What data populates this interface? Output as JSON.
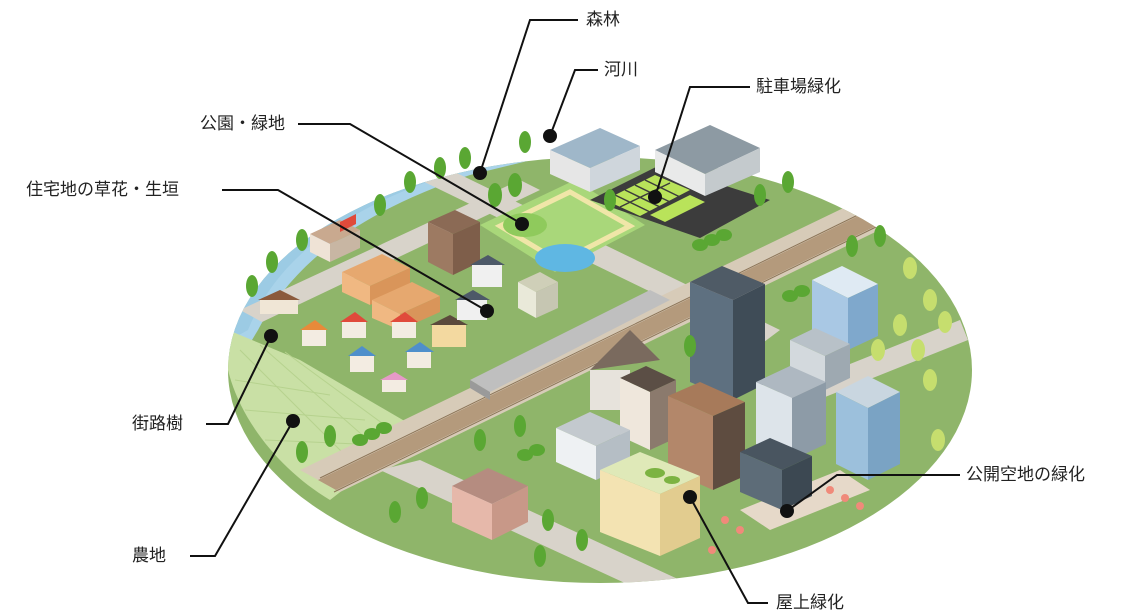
{
  "labels": {
    "forest": "森林",
    "river": "河川",
    "parking_greening": "駐車場緑化",
    "park": "公園・緑地",
    "residential": "住宅地の草花・生垣",
    "street_trees": "街路樹",
    "farmland": "農地",
    "public_open_space": "公開空地の緑化",
    "rooftop": "屋上緑化"
  },
  "colors": {
    "water": "#a9d3ea",
    "ground": "#8fb56a",
    "road": "#cfc9bf",
    "rail": "#b49a7c",
    "farmland": "#c9e0a5",
    "leader": "#111111",
    "label": "#222222"
  }
}
